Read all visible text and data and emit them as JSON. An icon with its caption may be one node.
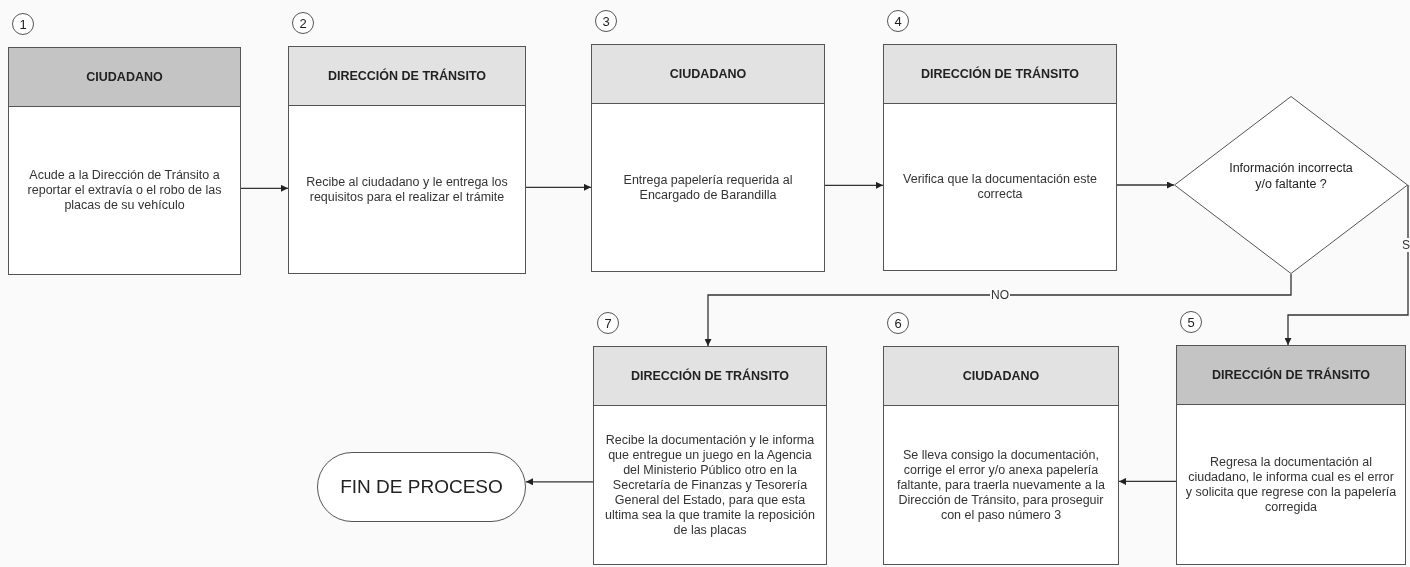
{
  "diagram": {
    "nodes": [
      {
        "text": [
          "CIUDADANO",
          "Acude a la Dirección de Tránsito a reportar el extravía o el robo de las placas de su vehículo"
        ],
        "beside": [
          "1"
        ]
      },
      {
        "text": [
          "DIRECCIÓN DE TRÁNSITO",
          "Recibe al ciudadano y le entrega los requisitos para el realizar el trámite"
        ],
        "beside": [
          "2"
        ]
      },
      {
        "text": [
          "CIUDADANO",
          "Entrega papelería requerida al Encargado de Barandilla"
        ],
        "beside": [
          "3"
        ]
      },
      {
        "text": [
          "DIRECCIÓN DE TRÁNSITO",
          "Verifica que la documentación este correcta"
        ],
        "beside": [
          "4"
        ]
      },
      {
        "text": [
          "Información incorrecta y/o faltante ?"
        ]
      },
      {
        "text": [
          "DIRECCIÓN DE TRÁNSITO",
          "Regresa la documentación al ciudadano, le informa cual es el error y solicita que regrese con la papelería corregida"
        ],
        "beside": [
          "5"
        ]
      },
      {
        "text": [
          "CIUDADANO",
          "Se lleva consigo la documentación, corrige el error y/o anexa papelería faltante, para traerla nuevamente a la Dirección de Tránsito, para proseguir con el paso número 3"
        ],
        "beside": [
          "6"
        ]
      },
      {
        "text": [
          "DIRECCIÓN DE TRÁNSITO",
          "Recibe la documentación y le informa que entregue un juego en la Agencia del Ministerio Público otro en la Secretaría de Finanzas y Tesorería General del Estado, para que esta ultima sea la que tramite la reposición de las placas"
        ],
        "beside": [
          "7"
        ]
      },
      {
        "text": [
          "FIN DE PROCESO"
        ]
      }
    ],
    "edges": [
      {
        "from": 0,
        "to": 1,
        "arrow": "to"
      },
      {
        "from": 1,
        "to": 2,
        "arrow": "to"
      },
      {
        "from": 2,
        "to": 3,
        "arrow": "to"
      },
      {
        "from": 3,
        "to": 4,
        "arrow": "to"
      },
      {
        "from": 4,
        "to": 5,
        "arrow": "to",
        "label": "S"
      },
      {
        "from": 4,
        "to": 7,
        "arrow": "to",
        "label": "NO"
      },
      {
        "from": 5,
        "to": 6,
        "arrow": "to"
      },
      {
        "from": 7,
        "to": 8,
        "arrow": "to"
      }
    ]
  }
}
